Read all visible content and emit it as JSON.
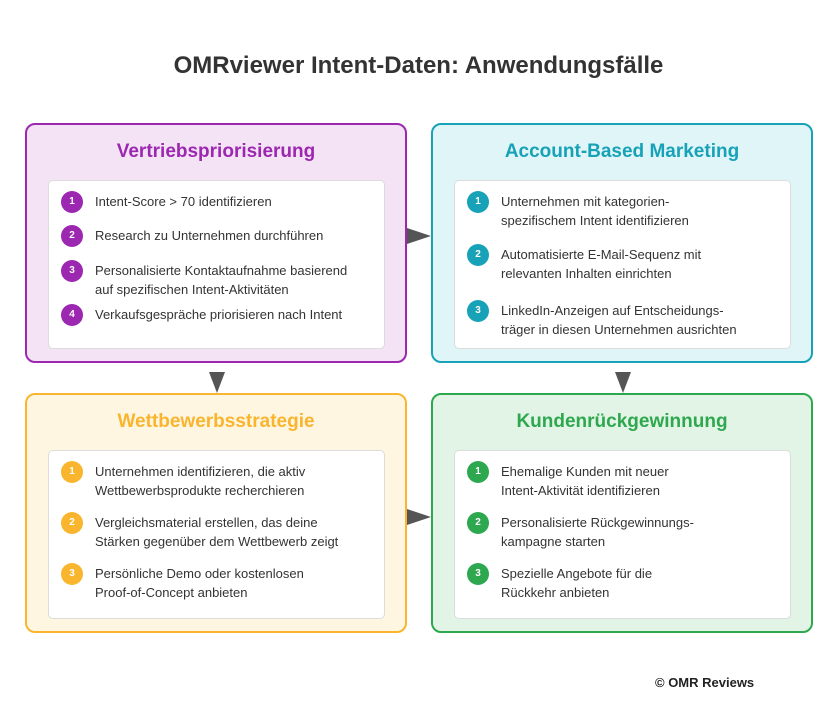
{
  "title": "OMRviewer Intent-Daten: Anwendungsfälle",
  "panels": {
    "sales": {
      "title": "Vertriebspriorisierung",
      "color": "#9c27b0",
      "bg": "#f3e3f5",
      "steps": [
        {
          "num": "1",
          "text": "Intent-Score > 70 identifizieren"
        },
        {
          "num": "2",
          "text": "Research zu Unternehmen durchführen"
        },
        {
          "num": "3",
          "text": "Personalisierte Kontaktaufnahme basierend\nauf spezifischen Intent-Aktivitäten"
        },
        {
          "num": "4",
          "text": "Verkaufsgespräche priorisieren nach Intent"
        }
      ]
    },
    "abm": {
      "title": "Account-Based Marketing",
      "color": "#17a2b8",
      "bg": "#dff5f8",
      "steps": [
        {
          "num": "1",
          "text": "Unternehmen mit kategorien-\nspezifischem Intent identifizieren"
        },
        {
          "num": "2",
          "text": "Automatisierte E-Mail-Sequenz mit\nrelevanten Inhalten einrichten"
        },
        {
          "num": "3",
          "text": "LinkedIn-Anzeigen auf Entscheidungs-\nträger in diesen Unternehmen ausrichten"
        }
      ]
    },
    "competition": {
      "title": "Wettbewerbsstrategie",
      "color": "#f9b52e",
      "bg": "#fff6e2",
      "steps": [
        {
          "num": "1",
          "text": "Unternehmen identifizieren, die aktiv\nWettbewerbsprodukte recherchieren"
        },
        {
          "num": "2",
          "text": "Vergleichsmaterial erstellen, das deine\nStärken gegenüber dem Wettbewerb zeigt"
        },
        {
          "num": "3",
          "text": "Persönliche Demo oder kostenlosen\nProof-of-Concept anbieten"
        }
      ]
    },
    "winback": {
      "title": "Kundenrückgewinnung",
      "color": "#2ea84f",
      "bg": "#e2f4e5",
      "steps": [
        {
          "num": "1",
          "text": "Ehemalige Kunden mit neuer\nIntent-Aktivität identifizieren"
        },
        {
          "num": "2",
          "text": "Personalisierte Rückgewinnungs-\nkampagne starten"
        },
        {
          "num": "3",
          "text": "Spezielle Angebote für die\nRückkehr anbieten"
        }
      ]
    }
  },
  "footer": "© OMR Reviews"
}
